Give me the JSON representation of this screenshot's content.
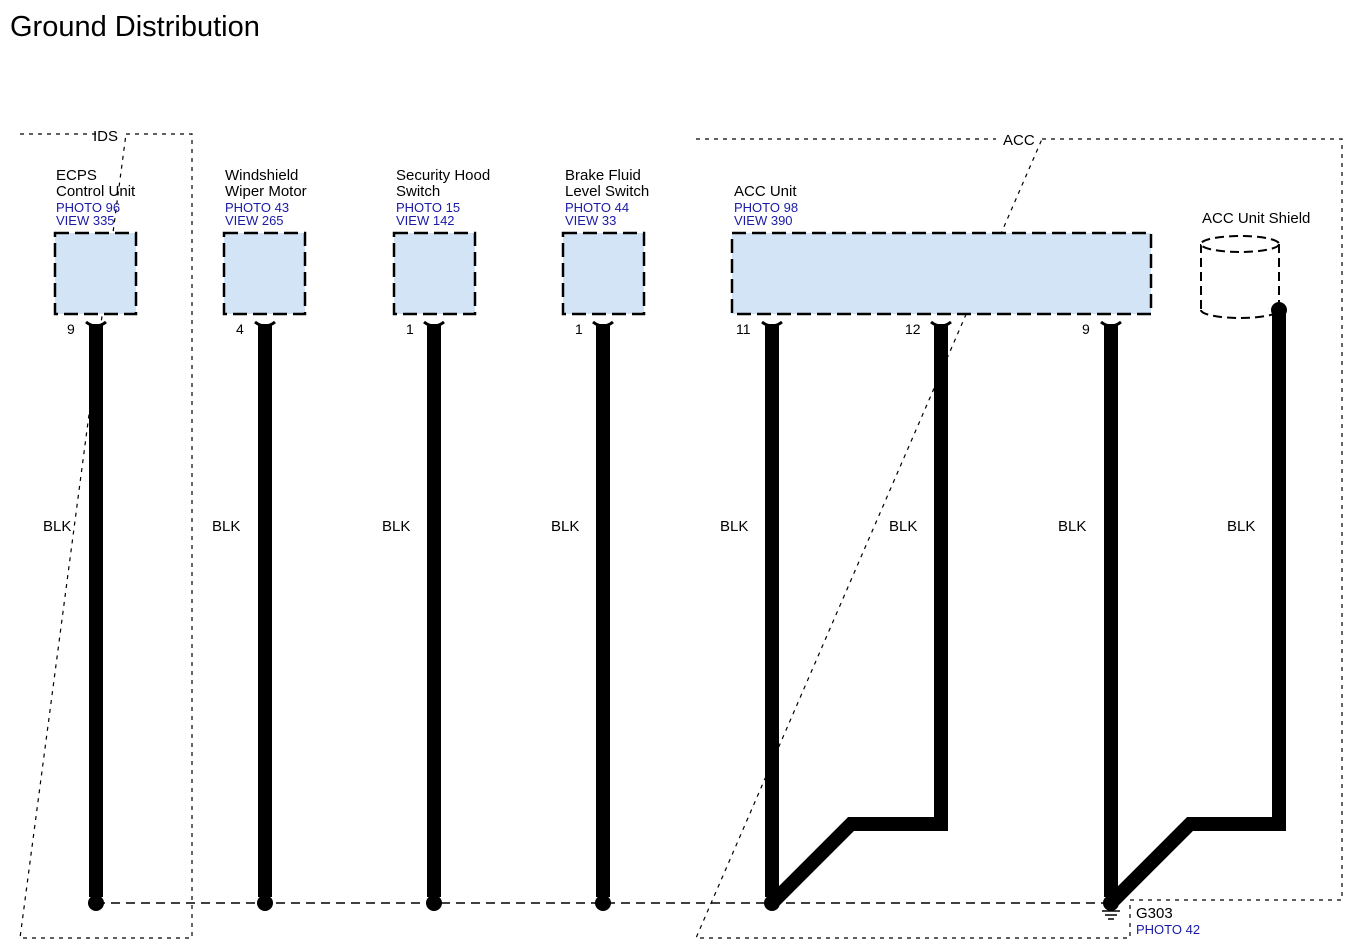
{
  "title": "Ground Distribution",
  "regions": {
    "ids": "IDS",
    "acc": "ACC"
  },
  "components": [
    {
      "name_line1": "ECPS",
      "name_line2": "Control Unit",
      "photo": "PHOTO 96",
      "view": "VIEW 335",
      "pin": "9"
    },
    {
      "name_line1": "Windshield",
      "name_line2": "Wiper Motor",
      "photo": "PHOTO 43",
      "view": "VIEW 265",
      "pin": "4"
    },
    {
      "name_line1": "Security Hood",
      "name_line2": "Switch",
      "photo": "PHOTO 15",
      "view": "VIEW 142",
      "pin": "1"
    },
    {
      "name_line1": "Brake Fluid",
      "name_line2": "Level Switch",
      "photo": "PHOTO 44",
      "view": "VIEW 33",
      "pin": "1"
    }
  ],
  "acc_unit": {
    "name": "ACC Unit",
    "photo": "PHOTO 98",
    "view": "VIEW 390",
    "pins": [
      "11",
      "12",
      "9"
    ]
  },
  "acc_shield": {
    "name": "ACC Unit Shield"
  },
  "wires": [
    "BLK",
    "BLK",
    "BLK",
    "BLK",
    "BLK",
    "BLK",
    "BLK",
    "BLK"
  ],
  "ground": {
    "id": "G303",
    "photo": "PHOTO 42"
  }
}
